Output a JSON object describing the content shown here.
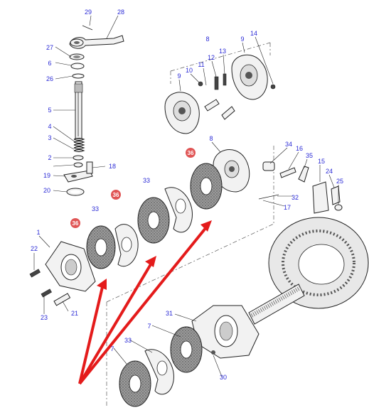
{
  "callouts": {
    "c29": "29",
    "c28": "28",
    "c27": "27",
    "c6": "6",
    "c26": "26",
    "c5": "5",
    "c4": "4",
    "c3": "3",
    "c2": "2",
    "c18": "18",
    "c19": "19",
    "c20": "20",
    "c8a": "8",
    "c9a": "9",
    "c14": "14",
    "c12": "12",
    "c13": "13",
    "c10": "10",
    "c11": "11",
    "c9b": "9",
    "c8b": "8",
    "c34": "34",
    "c16": "16",
    "c35": "35",
    "c15": "15",
    "c24": "24",
    "c25": "25",
    "c32": "32",
    "c17": "17",
    "c33a": "33",
    "c33b": "33",
    "c1": "1",
    "c22": "22",
    "c23": "23",
    "c21": "21",
    "c31": "31",
    "c7a": "7",
    "c33c": "33",
    "c7b": "7",
    "c30": "30",
    "b36a": "36",
    "b36b": "36",
    "b36c": "36"
  },
  "colors": {
    "callout": "#2b2bd6",
    "badge": "#e05555",
    "arrow": "#e41b1b"
  }
}
